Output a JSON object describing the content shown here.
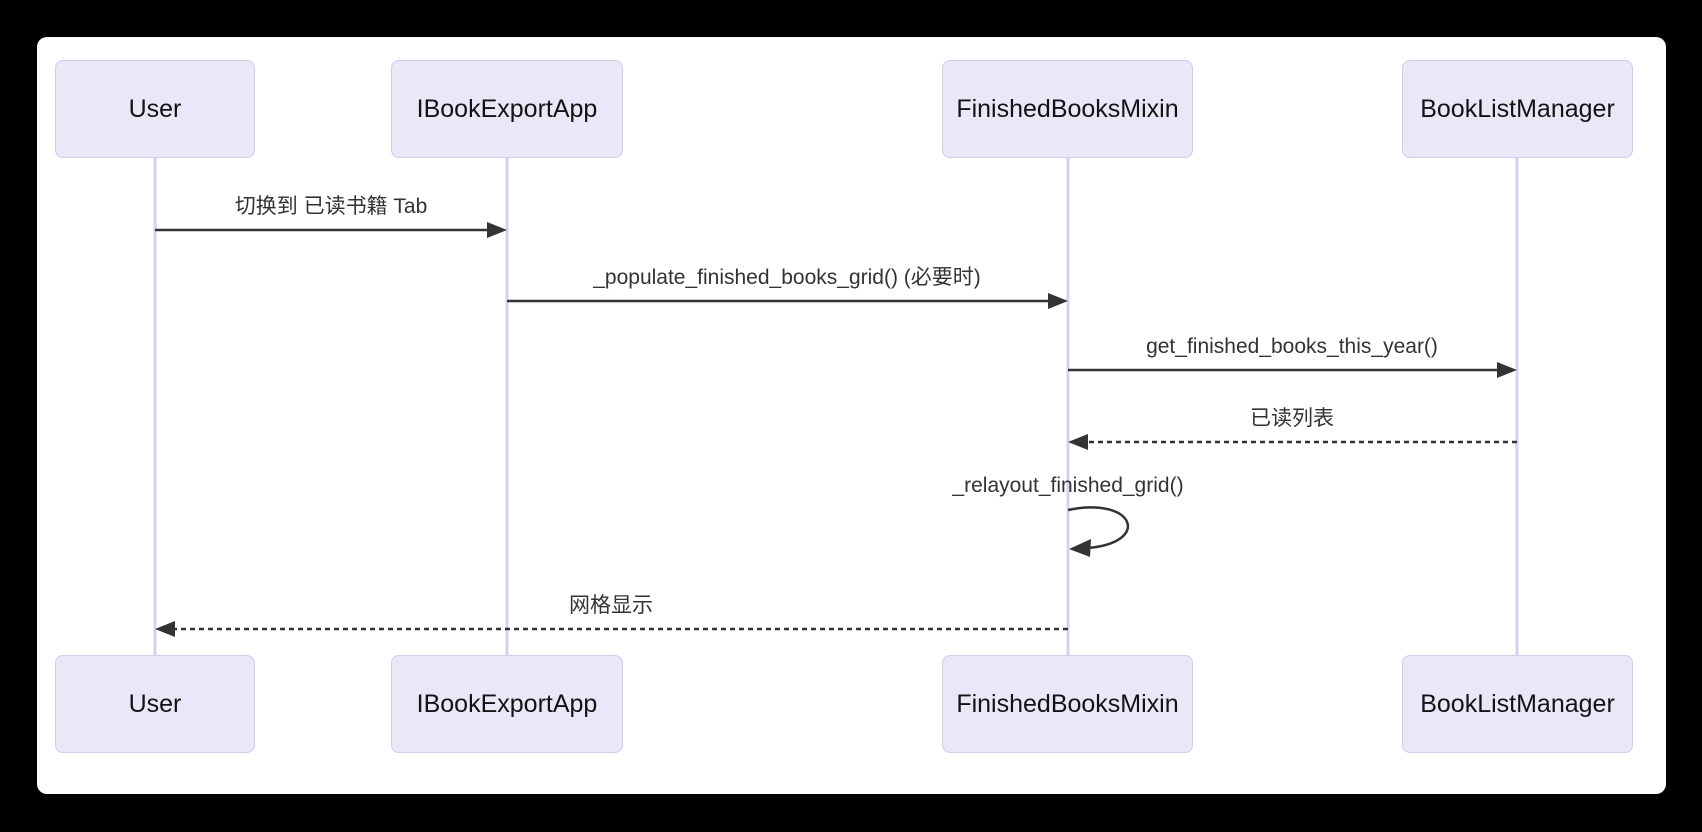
{
  "diagram": {
    "kind": "sequence-diagram",
    "participants": [
      {
        "id": "user",
        "label": "User"
      },
      {
        "id": "ibookexportapp",
        "label": "IBookExportApp"
      },
      {
        "id": "finishedbooksmixin",
        "label": "FinishedBooksMixin"
      },
      {
        "id": "booklistmanager",
        "label": "BookListManager"
      }
    ],
    "messages": [
      {
        "from": "user",
        "to": "ibookexportapp",
        "label": "切换到 已读书籍 Tab",
        "style": "solid"
      },
      {
        "from": "ibookexportapp",
        "to": "finishedbooksmixin",
        "label": "_populate_finished_books_grid() (必要时)",
        "style": "solid"
      },
      {
        "from": "finishedbooksmixin",
        "to": "booklistmanager",
        "label": "get_finished_books_this_year()",
        "style": "solid"
      },
      {
        "from": "booklistmanager",
        "to": "finishedbooksmixin",
        "label": "已读列表",
        "style": "dashed-return"
      },
      {
        "from": "finishedbooksmixin",
        "to": "finishedbooksmixin",
        "label": "_relayout_finished_grid()",
        "style": "self-loop"
      },
      {
        "from": "finishedbooksmixin",
        "to": "user",
        "label": "网格显示",
        "style": "dashed-return"
      }
    ],
    "colors": {
      "frame_background": "#000000",
      "canvas_background": "#ffffff",
      "actor_fill": "#EAE7F8",
      "actor_border": "#D2CCEC",
      "lifeline": "#D7D1F1",
      "arrow": "#333333",
      "message_text": "#333333",
      "actor_text": "#131313"
    }
  }
}
